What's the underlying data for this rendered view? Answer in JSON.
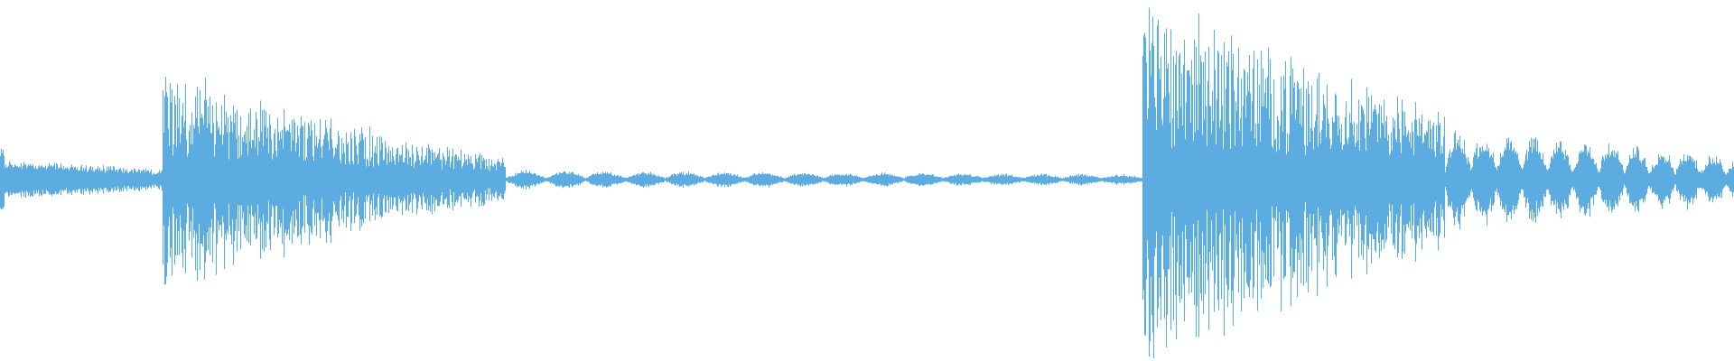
{
  "waveform": {
    "color": "#5DACE2",
    "background": "#FFFFFF",
    "regions": [
      "silence-hum",
      "burst-1",
      "burst-1-decay",
      "quiet-segment",
      "burst-2",
      "burst-2-decay"
    ]
  }
}
